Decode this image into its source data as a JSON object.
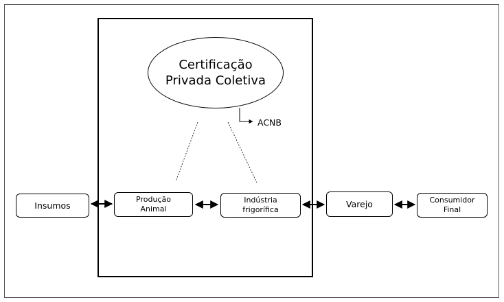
{
  "nodes": {
    "insumos": "Insumos",
    "producao": [
      "Produção",
      "Animal"
    ],
    "industria": [
      "Indústria",
      "frigorífica"
    ],
    "varejo": "Varejo",
    "consumidor": [
      "Consumidor",
      "Final"
    ]
  },
  "certification": [
    "Certificação",
    "Privada Coletiva"
  ],
  "acnb_label": "ACNB"
}
